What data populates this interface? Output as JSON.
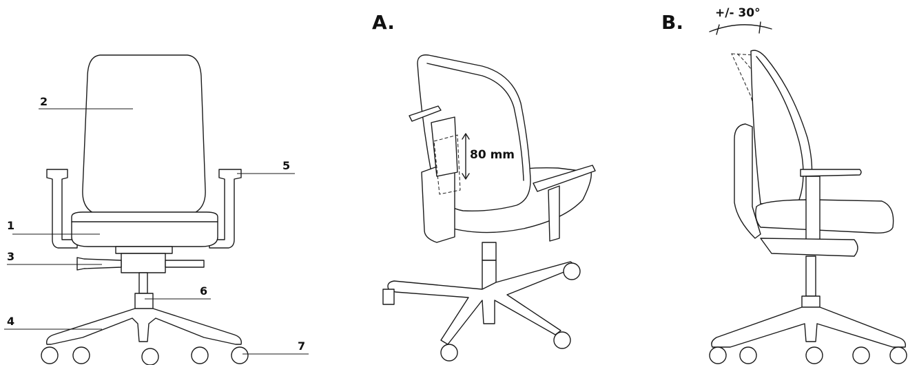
{
  "views": {
    "front": {
      "callouts": [
        {
          "id": "1",
          "label": "1"
        },
        {
          "id": "2",
          "label": "2"
        },
        {
          "id": "3",
          "label": "3"
        },
        {
          "id": "4",
          "label": "4"
        },
        {
          "id": "5",
          "label": "5"
        },
        {
          "id": "6",
          "label": "6"
        },
        {
          "id": "7",
          "label": "7"
        }
      ]
    },
    "a": {
      "title": "A.",
      "measure": "80 mm"
    },
    "b": {
      "title": "B.",
      "angle": "+/- 30°"
    }
  }
}
